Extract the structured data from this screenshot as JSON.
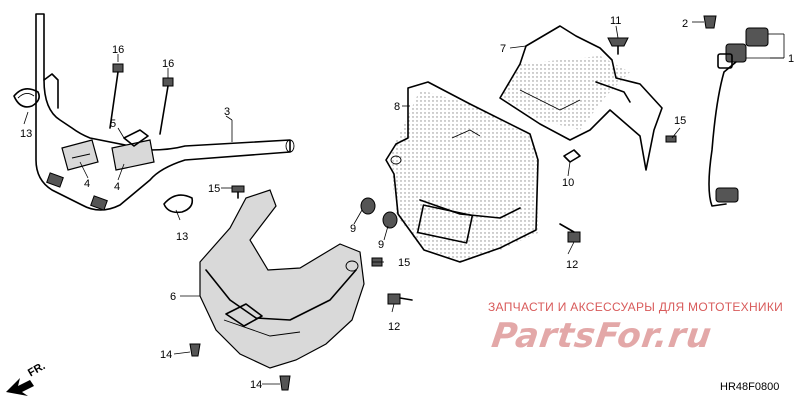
{
  "callouts": [
    "1",
    "2",
    "3",
    "4",
    "4",
    "5",
    "6",
    "7",
    "8",
    "9",
    "9",
    "10",
    "11",
    "12",
    "12",
    "13",
    "13",
    "14",
    "14",
    "15",
    "15",
    "15",
    "16",
    "16"
  ],
  "front_marker": "FR.",
  "watermark": {
    "tagline": "ЗАПЧАСТИ И АКСЕССУАРЫ ДЛЯ МОТОТЕХНИКИ",
    "logo": "PartsFor.ru"
  },
  "diagram_code": "HR48F0800"
}
